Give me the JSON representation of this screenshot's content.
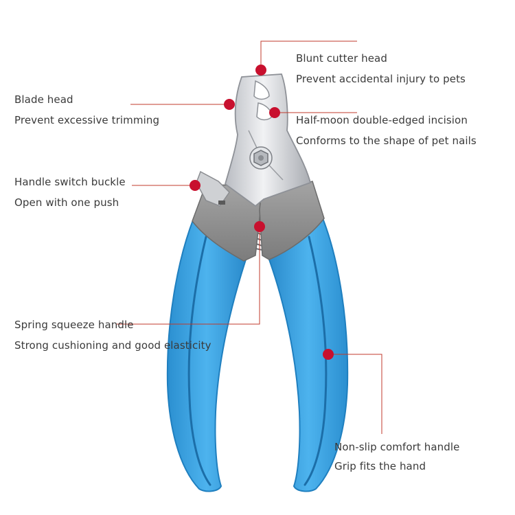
{
  "callouts": {
    "blunt_cutter_head": {
      "title": "Blunt cutter head",
      "description": "Prevent accidental injury to pets"
    },
    "blade_head": {
      "title": "Blade head",
      "description": "Prevent excessive trimming"
    },
    "half_moon_incision": {
      "title": "Half-moon double-edged incision",
      "description": "Conforms to the shape of pet nails"
    },
    "handle_switch_buckle": {
      "title": "Handle switch buckle",
      "description": "Open with one push"
    },
    "spring_squeeze_handle": {
      "title": "Spring squeeze handle",
      "description": "Strong cushioning and good elasticity"
    },
    "non_slip_handle": {
      "title": "Non-slip comfort handle",
      "description": "Grip fits the hand"
    }
  },
  "colors": {
    "handle_blue": "#3fa9e6",
    "handle_blue_dark": "#1f7fbf",
    "guard_gray": "#8f8f8f",
    "blade_steel": "#d6d8dc",
    "marker_red": "#c8102e",
    "leader_line": "#c0392b",
    "text": "#3a3a3a"
  }
}
